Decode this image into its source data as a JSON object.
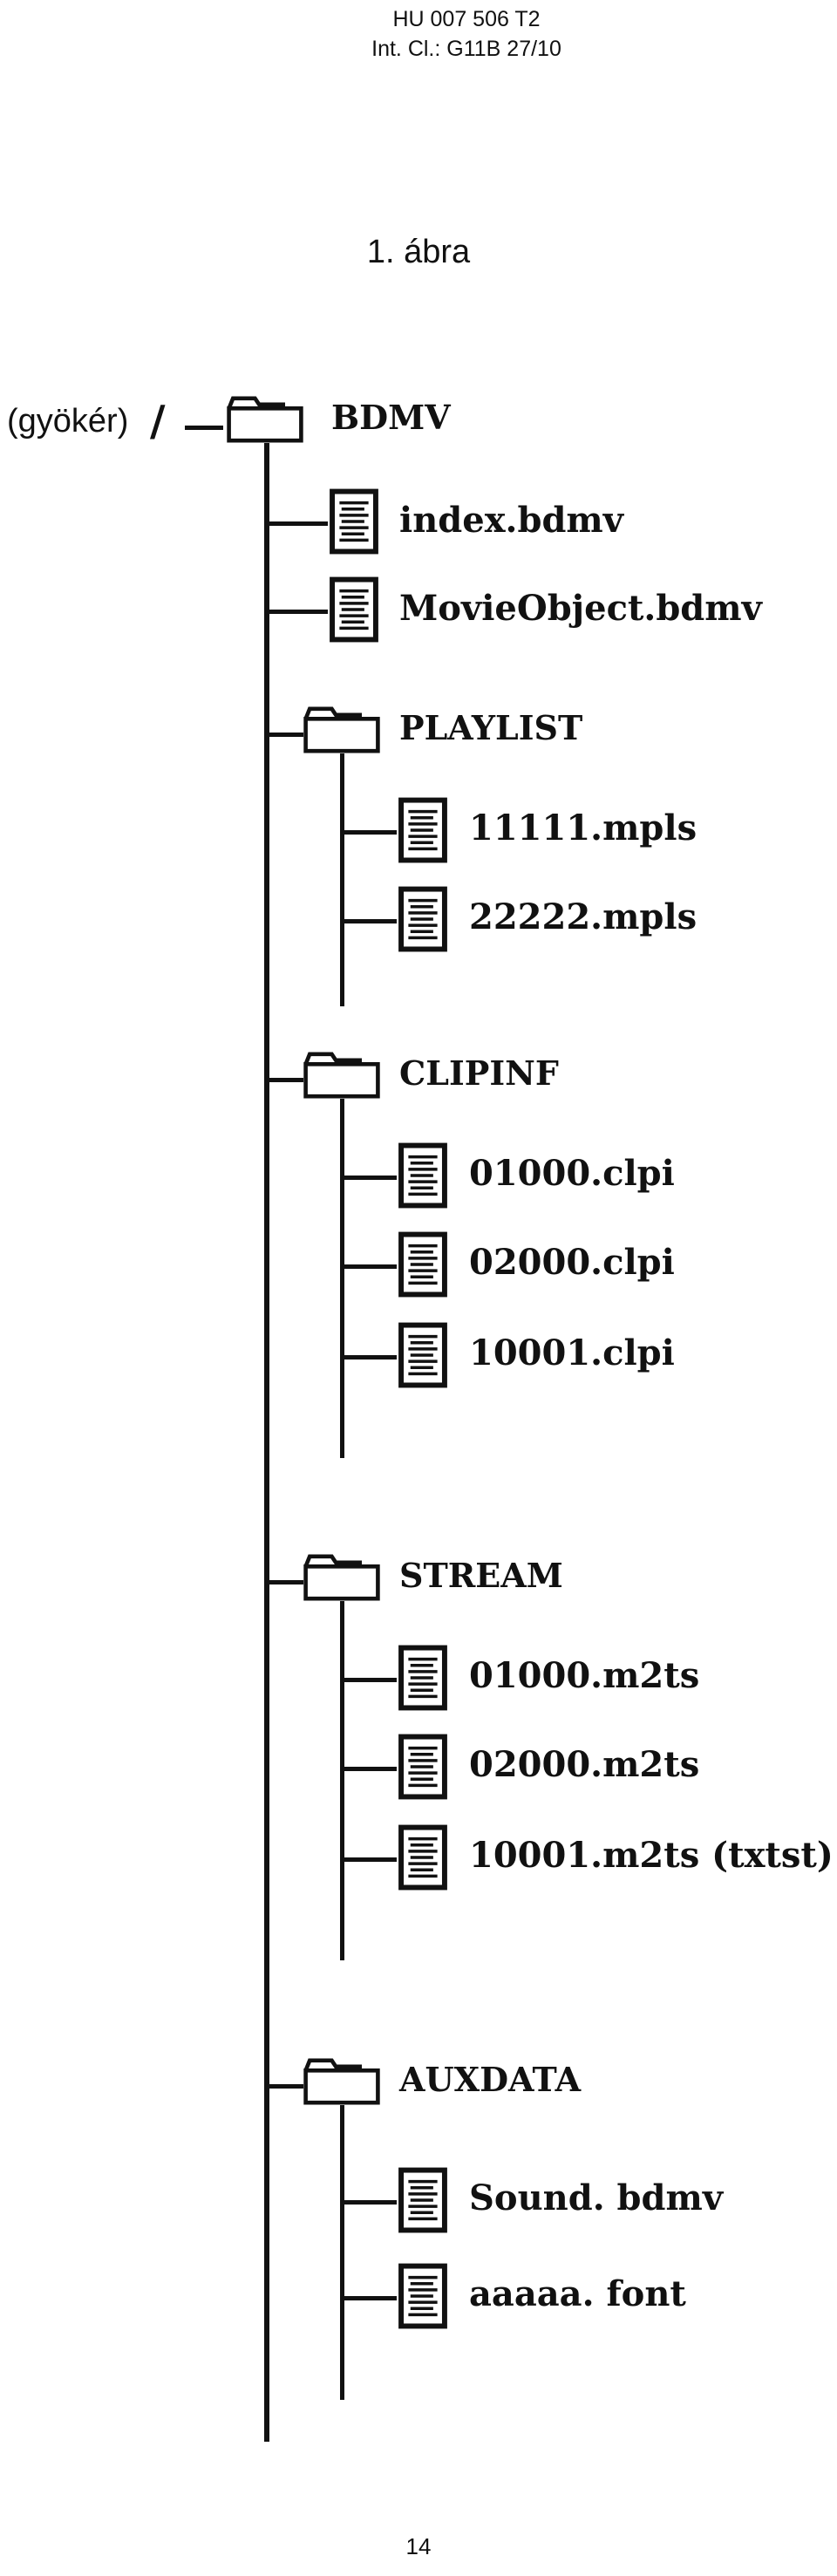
{
  "header": {
    "doc_id": "HU 007 506 T2",
    "classification": "Int. Cl.: G11B 27/10"
  },
  "figure_title": "1. ábra",
  "root": {
    "label": "(gyökér)",
    "symbol": "/"
  },
  "tree": {
    "root_folder": "BDMV",
    "bdmv_files": [
      "index.bdmv",
      "MovieObject.bdmv"
    ],
    "folders": {
      "playlist": {
        "name": "PLAYLIST",
        "files": [
          "11111.mpls",
          "22222.mpls"
        ]
      },
      "clipinf": {
        "name": "CLIPINF",
        "files": [
          "01000.clpi",
          "02000.clpi",
          "10001.clpi"
        ]
      },
      "stream": {
        "name": "STREAM",
        "files": [
          "01000.m2ts",
          "02000.m2ts",
          "10001.m2ts (txtst)"
        ]
      },
      "auxdata": {
        "name": "AUXDATA",
        "files": [
          "Sound. bdmv",
          "aaaaa. font"
        ]
      }
    }
  },
  "footer": {
    "page_number": "14"
  },
  "icons": {
    "folder": "folder-icon",
    "file": "document-icon"
  }
}
